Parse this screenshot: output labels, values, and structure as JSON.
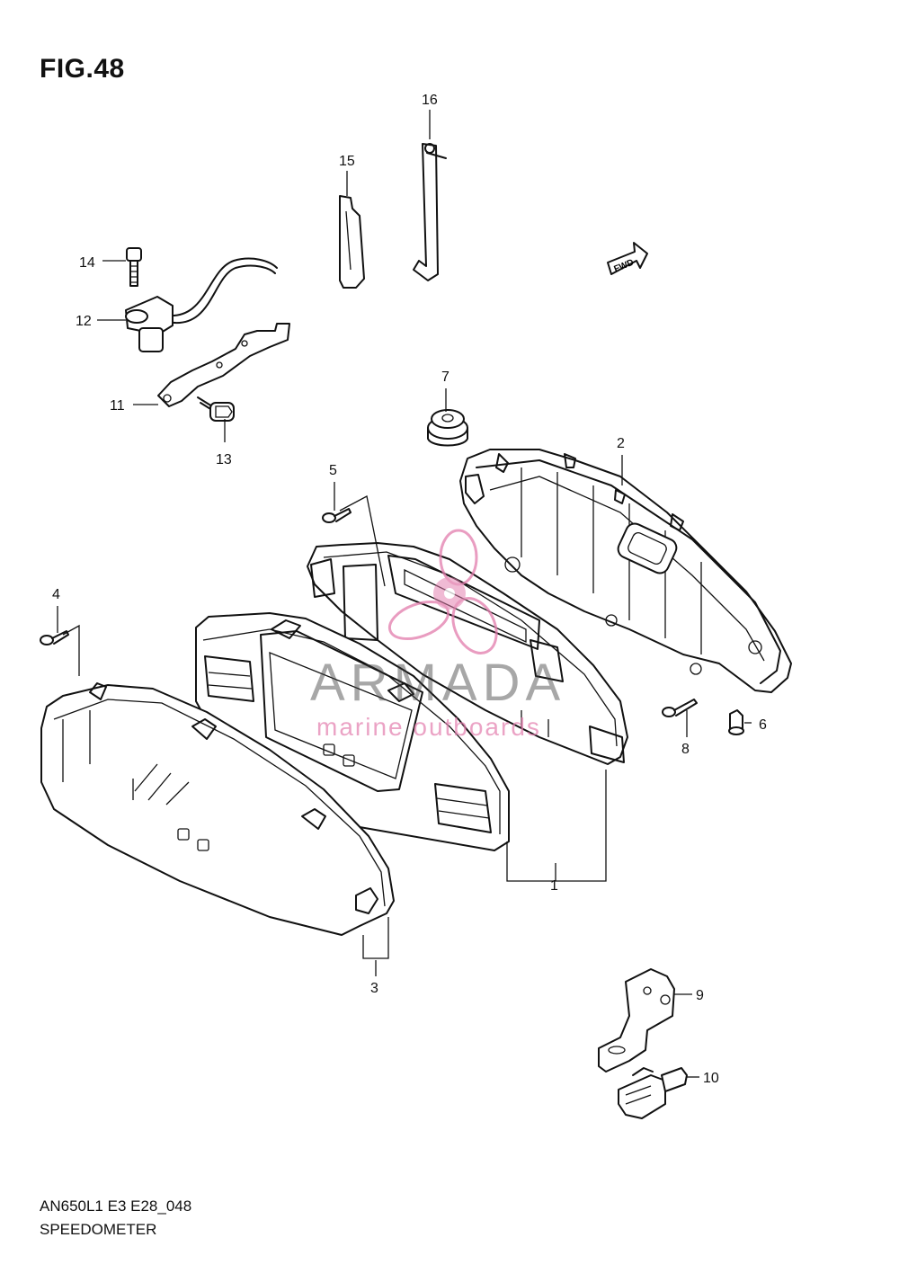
{
  "figure": {
    "title": "FIG.48"
  },
  "footer": {
    "model": "AN650L1 E3 E28_048",
    "name": "SPEEDOMETER"
  },
  "fwd_label": "FWD",
  "watermark": {
    "brand": "ARMADA",
    "tagline": "marine outboards",
    "color": "#e27cac"
  },
  "callouts": [
    "1",
    "2",
    "3",
    "4",
    "5",
    "6",
    "7",
    "8",
    "9",
    "10",
    "11",
    "12",
    "13",
    "14",
    "15",
    "16"
  ]
}
